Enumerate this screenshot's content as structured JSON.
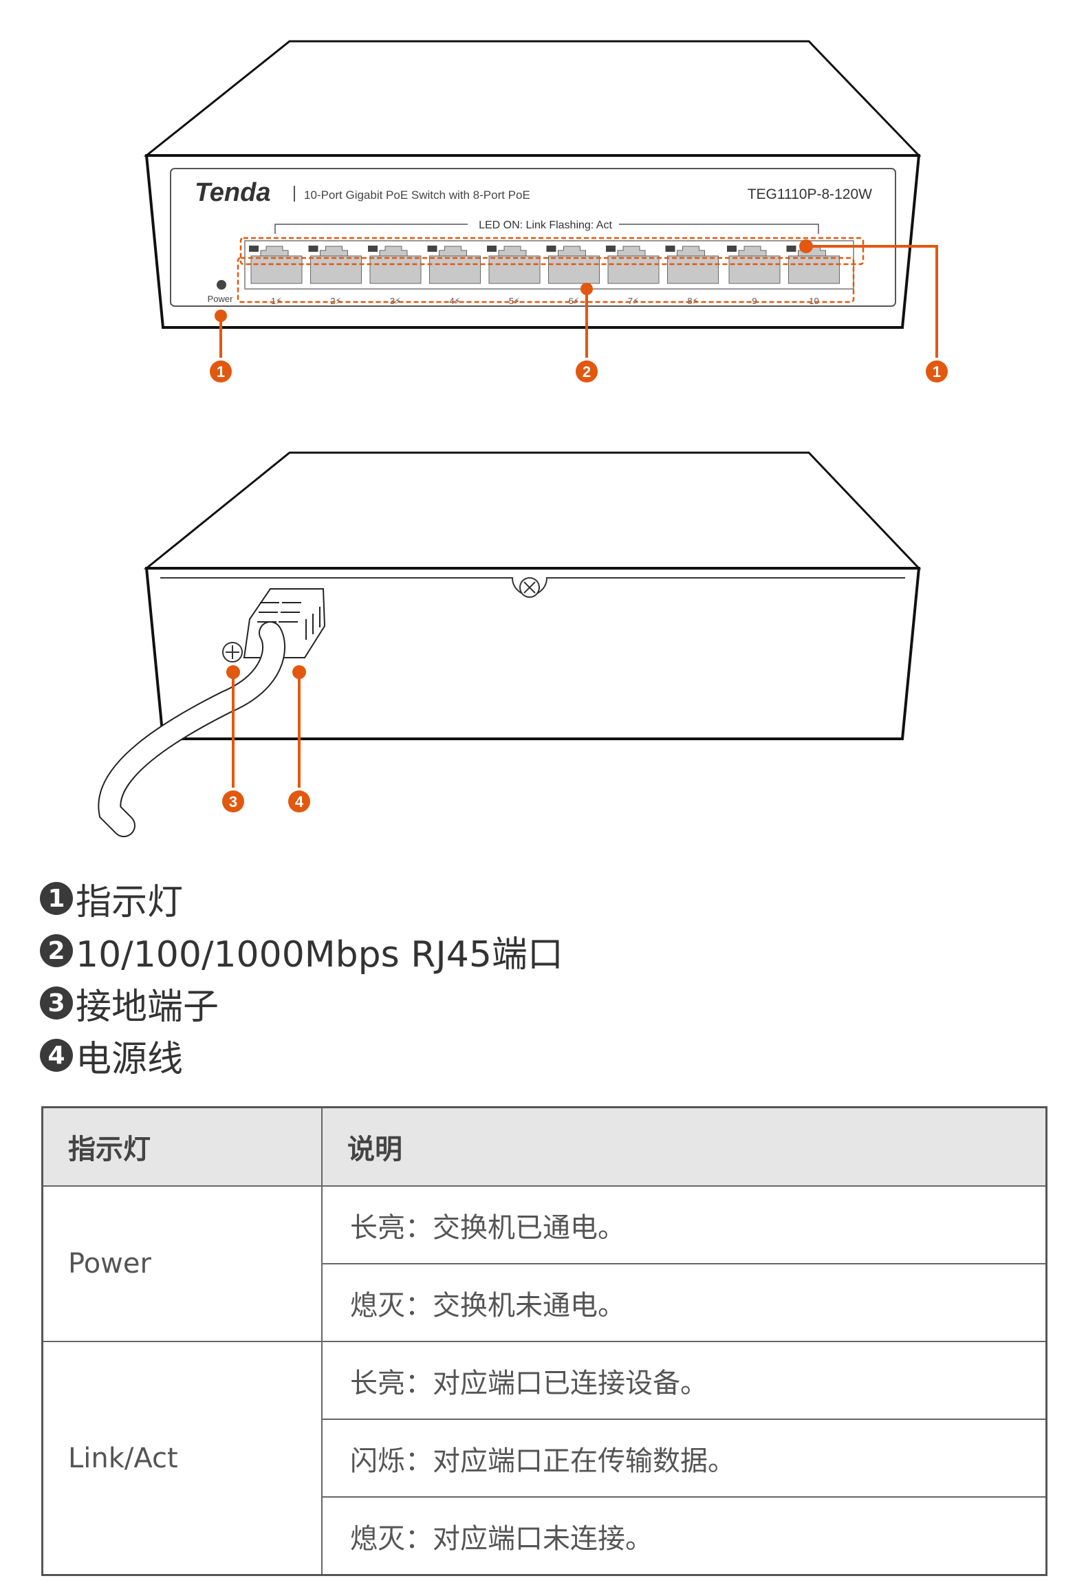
{
  "front_panel": {
    "brand": "Tenda",
    "product_desc": "10-Port Gigabit PoE Switch with 8-Port PoE",
    "model": "TEG1110P-8-120W",
    "led_caption": "LED ON: Link  Flashing: Act",
    "power_label": "Power",
    "port_labels": [
      "1⚡",
      "2⚡",
      "3⚡",
      "4⚡",
      "5⚡",
      "6⚡",
      "7⚡",
      "8⚡",
      "9",
      "10"
    ]
  },
  "callouts": {
    "front": [
      "1",
      "2",
      "1"
    ],
    "back": [
      "3",
      "4"
    ]
  },
  "legend": [
    {
      "num": "1",
      "text": "指示灯"
    },
    {
      "num": "2",
      "text": "10/100/1000Mbps RJ45端口"
    },
    {
      "num": "3",
      "text": "接地端子"
    },
    {
      "num": "4",
      "text": "电源线"
    }
  ],
  "table": {
    "headers": [
      "指示灯",
      "说明"
    ],
    "rows": [
      {
        "indicator": "Power",
        "descriptions": [
          "长亮：交换机已通电。",
          "熄灭：交换机未通电。"
        ]
      },
      {
        "indicator": "Link/Act",
        "descriptions": [
          "长亮：对应端口已连接设备。",
          "闪烁：对应端口正在传输数据。",
          "熄灭：对应端口未连接。"
        ]
      }
    ]
  },
  "colors": {
    "accent": "#e2580f",
    "port_gray": "#c8c8c8",
    "header_bg": "#e6e6e6"
  }
}
